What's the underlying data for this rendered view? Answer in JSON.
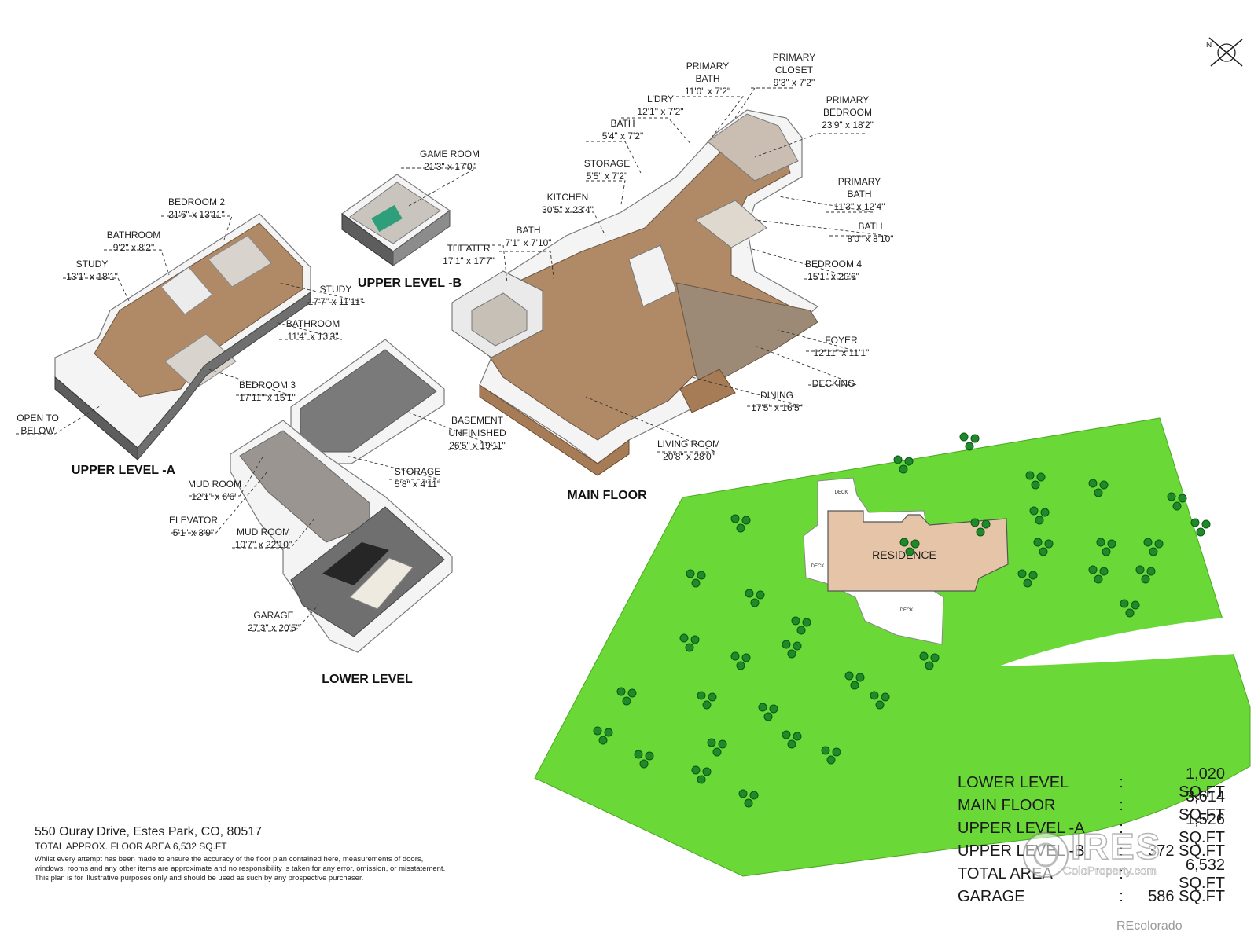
{
  "compass": {
    "north_label": "N"
  },
  "levels": {
    "upper_a": "UPPER LEVEL -A",
    "upper_b": "UPPER LEVEL -B",
    "main": "MAIN FLOOR",
    "lower": "LOWER LEVEL"
  },
  "rooms": {
    "primary_bath_1": [
      "PRIMARY",
      "BATH",
      "11'0\" x 7'2\""
    ],
    "primary_closet": [
      "PRIMARY",
      "CLOSET",
      "9'3\" x 7'2\""
    ],
    "primary_bedroom": [
      "PRIMARY",
      "BEDROOM",
      "23'9\" x 18'2\""
    ],
    "laundry": [
      "L'DRY",
      "12'1\" x 7'2\""
    ],
    "bath_main": [
      "BATH",
      "5'4\" x 7'2\""
    ],
    "storage_main": [
      "STORAGE",
      "5'5\" x 7'2\""
    ],
    "game_room": [
      "GAME ROOM",
      "21'3\" x 17'0\""
    ],
    "kitchen": [
      "KITCHEN",
      "30'5\" x 23'4\""
    ],
    "primary_bath_2": [
      "PRIMARY",
      "BATH",
      "11'3\" x 12'4\""
    ],
    "bath_2": [
      "BATH",
      "8'0\" x 8'10\""
    ],
    "bedroom_2": [
      "BEDROOM 2",
      "21'6\" x 13'11\""
    ],
    "bathroom_1": [
      "BATHROOM",
      "9'2\" x 8'2\""
    ],
    "study_1": [
      "STUDY",
      "13'1\" x 18'1\""
    ],
    "study_2": [
      "STUDY",
      "17'7\" x 11'11\""
    ],
    "bathroom_2": [
      "BATHROOM",
      "11'4\" x 13'3\""
    ],
    "bedroom_3": [
      "BEDROOM 3",
      "17'11\" x 15'1\""
    ],
    "open_below": [
      "OPEN TO",
      "BELOW"
    ],
    "theater": [
      "THEATER",
      "17'1\" x 17'7\""
    ],
    "bath_3": [
      "BATH",
      "7'1\" x 7'10\""
    ],
    "bedroom_4": [
      "BEDROOM 4",
      "15'1\" x 20'6\""
    ],
    "foyer": [
      "FOYER",
      "12'11\" x 11'1\""
    ],
    "decking": [
      "DECKING"
    ],
    "dining": [
      "DINING",
      "17'5\" x 16'5\""
    ],
    "living_room": [
      "LIVING ROOM",
      "20'8\" x 28'0\""
    ],
    "basement": [
      "BASEMENT",
      "UNFINISHED",
      "26'5\" x 19'11\""
    ],
    "storage_lower": [
      "STORAGE",
      "5'8\" x 4'11\""
    ],
    "mud_room_1": [
      "MUD ROOM",
      "12'1\" x 6'6\""
    ],
    "elevator": [
      "ELEVATOR",
      "5'1\" x 3'9\""
    ],
    "mud_room_2": [
      "MUD ROOM",
      "10'7\" x 22'10\""
    ],
    "garage": [
      "GARAGE",
      "27'3\" x 20'5\""
    ]
  },
  "site": {
    "residence": "RESIDENCE",
    "deck_labels": [
      "DECK",
      "DECK",
      "DECK"
    ]
  },
  "footer": {
    "address": "550 Ouray Drive, Estes Park, CO, 80517",
    "total": "TOTAL APPROX. FLOOR AREA 6,532 SQ.FT",
    "disclaimer_1": "Whilst every attempt has been made to ensure the accuracy of the floor plan contained here, measurements of doors,",
    "disclaimer_2": "windows, rooms and any other items are approximate and no responsibility is taken for any error, omission, or misstatement.",
    "disclaimer_3": "This plan is for illustrative purposes only and should be used as such by any prospective purchaser."
  },
  "area_table": [
    {
      "name": "LOWER LEVEL",
      "sep": ":",
      "value": "1,020 SQ.FT"
    },
    {
      "name": "MAIN FLOOR",
      "sep": ":",
      "value": "3,614 SQ.FT"
    },
    {
      "name": "UPPER LEVEL -A",
      "sep": ":",
      "value": "1,526 SQ.FT"
    },
    {
      "name": "UPPER LEVEL -B",
      "sep": ":",
      "value": "372 SQ.FT"
    },
    {
      "name": "TOTAL AREA",
      "sep": ":",
      "value": "6,532 SQ.FT"
    },
    {
      "name": "GARAGE",
      "sep": ":",
      "value": "586 SQ.FT"
    }
  ],
  "watermark": {
    "brand": "IRES",
    "sub": "ColoProperty.com",
    "credit": "REcolorado"
  },
  "colors": {
    "lawn": "#6ad836",
    "residence": "#e6c4a8",
    "floor": "#b08a66",
    "tree": "#1f8a2a"
  }
}
